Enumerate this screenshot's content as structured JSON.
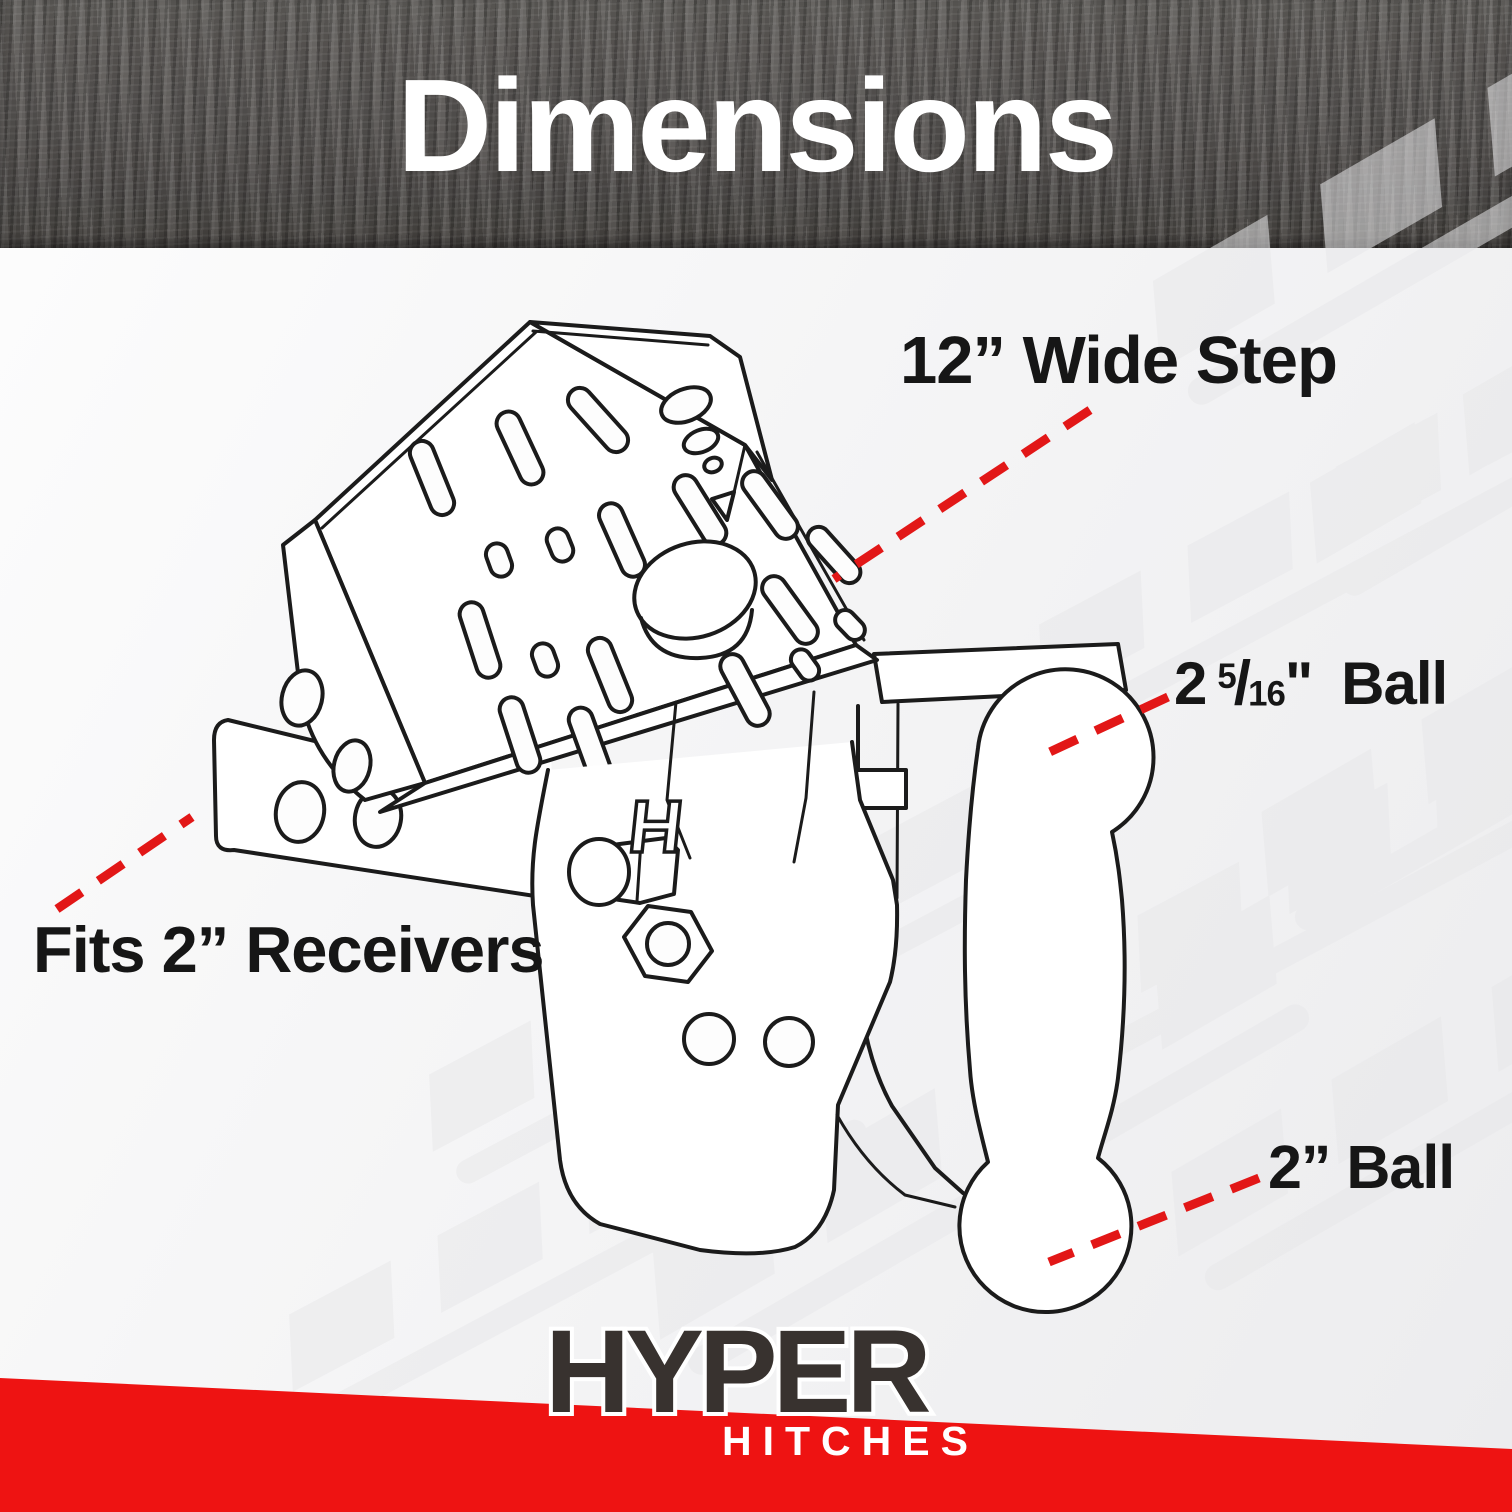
{
  "header": {
    "title": "Dimensions"
  },
  "labels": {
    "wide_step": {
      "text": "12” Wide Step"
    },
    "big_ball": {
      "whole": "2",
      "numerator": "5",
      "denominator": "16",
      "unit": "\" ",
      "word": "Ball"
    },
    "receivers": {
      "text": "Fits 2” Receivers"
    },
    "small_ball": {
      "text": "2” Ball"
    }
  },
  "illustration": {
    "part_markings": {
      "h_logo": "H"
    },
    "parts": [
      "perforated wide step plate",
      "2 inch receiver shank",
      "mounting bracket with hex bolt and nut",
      "dual ball mount"
    ]
  },
  "footer": {
    "brand_line1": "HYPER",
    "brand_line2": "HITCHES"
  },
  "colors": {
    "accent_red": "#e21717",
    "band_red": "#ee1312",
    "ink": "#161616",
    "line": "#1b1b1b",
    "logo_dark": "#38322f"
  }
}
